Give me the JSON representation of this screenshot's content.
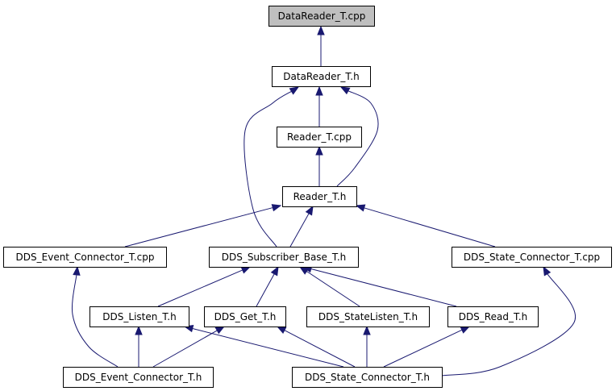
{
  "graph": {
    "nodes": [
      {
        "id": "n1",
        "label": "DataReader_T.cpp",
        "root": true
      },
      {
        "id": "n2",
        "label": "DataReader_T.h"
      },
      {
        "id": "n3",
        "label": "Reader_T.cpp"
      },
      {
        "id": "n4",
        "label": "Reader_T.h"
      },
      {
        "id": "n5",
        "label": "DDS_Event_Connector_T.cpp"
      },
      {
        "id": "n6",
        "label": "DDS_Subscriber_Base_T.h"
      },
      {
        "id": "n7",
        "label": "DDS_State_Connector_T.cpp"
      },
      {
        "id": "n8",
        "label": "DDS_Listen_T.h"
      },
      {
        "id": "n9",
        "label": "DDS_Get_T.h"
      },
      {
        "id": "n10",
        "label": "DDS_StateListen_T.h"
      },
      {
        "id": "n11",
        "label": "DDS_Read_T.h"
      },
      {
        "id": "n12",
        "label": "DDS_Event_Connector_T.h"
      },
      {
        "id": "n13",
        "label": "DDS_State_Connector_T.h"
      }
    ],
    "edges": [
      {
        "from": "n2",
        "to": "n1"
      },
      {
        "from": "n3",
        "to": "n2"
      },
      {
        "from": "n4",
        "to": "n2"
      },
      {
        "from": "n6",
        "to": "n2"
      },
      {
        "from": "n4",
        "to": "n3"
      },
      {
        "from": "n5",
        "to": "n4"
      },
      {
        "from": "n6",
        "to": "n4"
      },
      {
        "from": "n7",
        "to": "n4"
      },
      {
        "from": "n12",
        "to": "n5"
      },
      {
        "from": "n8",
        "to": "n6"
      },
      {
        "from": "n9",
        "to": "n6"
      },
      {
        "from": "n10",
        "to": "n6"
      },
      {
        "from": "n11",
        "to": "n6"
      },
      {
        "from": "n13",
        "to": "n7"
      },
      {
        "from": "n12",
        "to": "n8"
      },
      {
        "from": "n13",
        "to": "n8"
      },
      {
        "from": "n12",
        "to": "n9"
      },
      {
        "from": "n13",
        "to": "n9"
      },
      {
        "from": "n13",
        "to": "n10"
      },
      {
        "from": "n13",
        "to": "n11"
      }
    ]
  },
  "colors": {
    "edge": "#191970",
    "root_fill": "#bfbfbf",
    "node_fill": "#ffffff",
    "border": "#000000"
  }
}
